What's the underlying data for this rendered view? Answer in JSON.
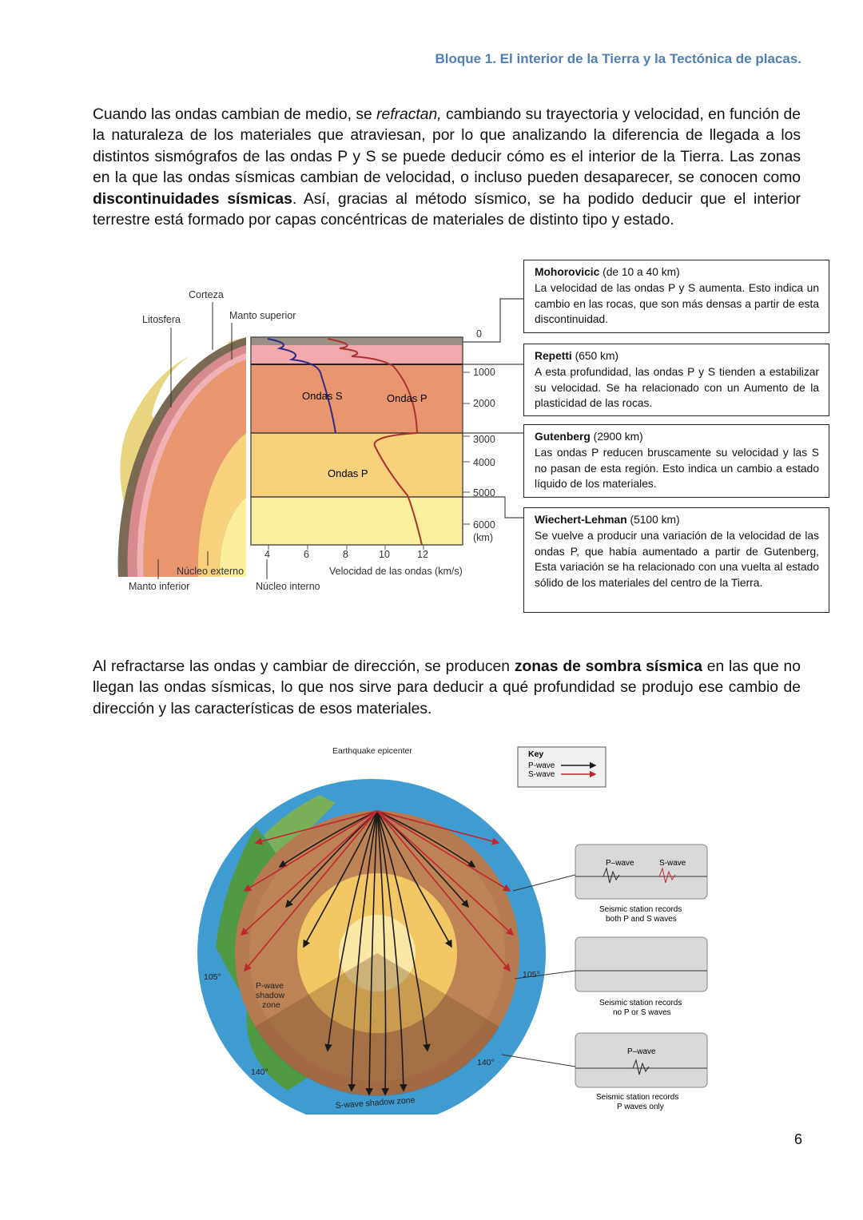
{
  "header": "Bloque 1. El interior de la Tierra y la Tectónica de placas.",
  "para1": {
    "t1": "Cuando las ondas cambian de medio, se ",
    "t1_italic": "refractan,",
    "t2": " cambiando su trayectoria y velocidad, en función de la naturaleza de los materiales que atraviesan, por lo que analizando la diferencia de llegada a los distintos sismógrafos de las ondas P y S se puede deducir cómo es el interior de la Tierra. Las zonas en la que las ondas sísmicas cambian de velocidad, o incluso pueden desaparecer, se conocen como ",
    "t2_bold": "discontinuidades sísmicas",
    "t3": ". Así, gracias al método sísmico, se ha podido deducir que el interior terrestre está formado por capas concéntricas de materiales de distinto tipo y estado."
  },
  "figure1": {
    "labels": {
      "corteza": "Corteza",
      "litosfera": "Litosfera",
      "manto_superior": "Manto superior",
      "nucleo_externo": "Núcleo externo",
      "manto_inferior": "Manto inferior",
      "nucleo_interno": "Núcleo interno",
      "ondas_s": "Ondas S",
      "ondas_p_upper": "Ondas P",
      "ondas_p_lower": "Ondas P",
      "xaxis": "Velocidad de las ondas (km/s)",
      "km_unit": "(km)"
    },
    "depth_ticks": [
      "0",
      "1000",
      "2000",
      "3000",
      "4000",
      "5000",
      "6000"
    ],
    "speed_ticks": [
      "4",
      "6",
      "8",
      "10",
      "12"
    ]
  },
  "discontinuities": [
    {
      "name": "Mohorovicic",
      "range": " (de 10 a 40 km)",
      "text": "La velocidad de las ondas P y S aumenta. Esto indica un cambio en las rocas, que son más densas a partir de esta discontinuidad."
    },
    {
      "name": "Repetti",
      "range": " (650 km)",
      "text": "A esta profundidad, las ondas P y S tienden a estabilizar su velocidad. Se ha relacionado con un Aumento  de la plasticidad de las rocas."
    },
    {
      "name": "Gutenberg",
      "range": " (2900 km)",
      "text": "Las ondas P reducen bruscamente su velocidad y las S no pasan de esta región. Esto indica un cambio a estado líquido de los materiales."
    },
    {
      "name": "Wiechert-Lehman",
      "range": " (5100 km)",
      "text": "Se vuelve a producir una variación de la velocidad de las ondas P, que había aumentado a partir de Gutenberg, Esta variación se ha relacionado con una vuelta al estado sólido de los materiales del centro de la Tierra."
    }
  ],
  "para2": {
    "t1": "Al refractarse las ondas y cambiar de dirección, se producen ",
    "t1_bold": "zonas de sombra sísmica",
    "t2": " en las que no llegan las ondas sísmicas, lo que nos sirve para deducir a qué profundidad se produjo ese cambio de dirección y las características de esos materiales."
  },
  "figure2": {
    "epicenter": "Earthquake epicenter",
    "key_title": "Key",
    "key_p": "P-wave",
    "key_s": "S-wave",
    "deg105_left": "105°",
    "deg105_right": "105°",
    "deg140_left": "140°",
    "deg140_right": "140°",
    "p_shadow_1": "P-wave",
    "p_shadow_2": "shadow",
    "p_shadow_3": "zone",
    "s_shadow": "S-wave shadow zone",
    "station1_p": "P–wave",
    "station1_s": "S-wave",
    "station1_cap1": "Seismic station records",
    "station1_cap2": "both P and S waves",
    "station2_cap1": "Seismic station records",
    "station2_cap2": "no P or S waves",
    "station3_p": "P–wave",
    "station3_cap1": "Seismic station records",
    "station3_cap2": "P waves only"
  },
  "colors": {
    "header": "#4f7fb6",
    "p_wave": "#1a1a1a",
    "s_wave": "#c0262d"
  },
  "page_number": "6"
}
